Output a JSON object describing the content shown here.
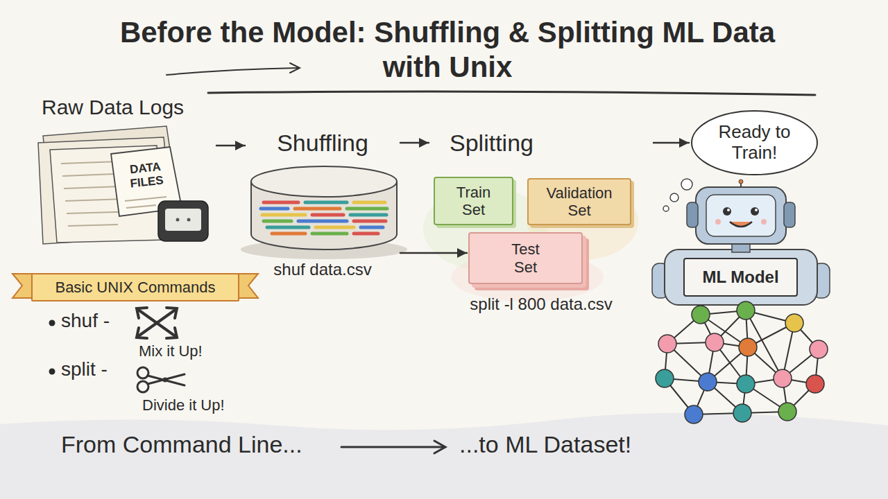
{
  "diagram": {
    "title": "Before the Model: Shuffling & Splitting ML Data with Unix",
    "nodes": [
      {
        "text": [
          "Raw Data Logs",
          "DATA FILES"
        ]
      },
      {
        "text": [
          "Shuffling",
          "shuf data.csv"
        ]
      },
      {
        "text": [
          "Splitting",
          "split -l 800 data.csv"
        ]
      },
      {
        "text": [
          "Train Set"
        ],
        "in": 2
      },
      {
        "text": [
          "Validation Set"
        ],
        "in": 2
      },
      {
        "text": [
          "Test Set"
        ],
        "in": 2
      },
      {
        "text": [
          "Ready to Train!"
        ]
      },
      {
        "text": [
          "ML Model"
        ]
      },
      {
        "text": [
          "Basic UNIX Commands"
        ]
      }
    ],
    "edges": [
      {
        "from": 0,
        "to": 1,
        "arrow": "to"
      },
      {
        "from": 1,
        "to": 2,
        "arrow": "to"
      },
      {
        "from": 2,
        "to": 6,
        "arrow": "to"
      },
      {
        "from": 1,
        "to": 5,
        "arrow": "to"
      }
    ],
    "labels": [
      "shuf -",
      "Mix it Up!",
      "split -",
      "Divide it Up!",
      "From Command Line...",
      "...to ML Dataset!"
    ]
  }
}
